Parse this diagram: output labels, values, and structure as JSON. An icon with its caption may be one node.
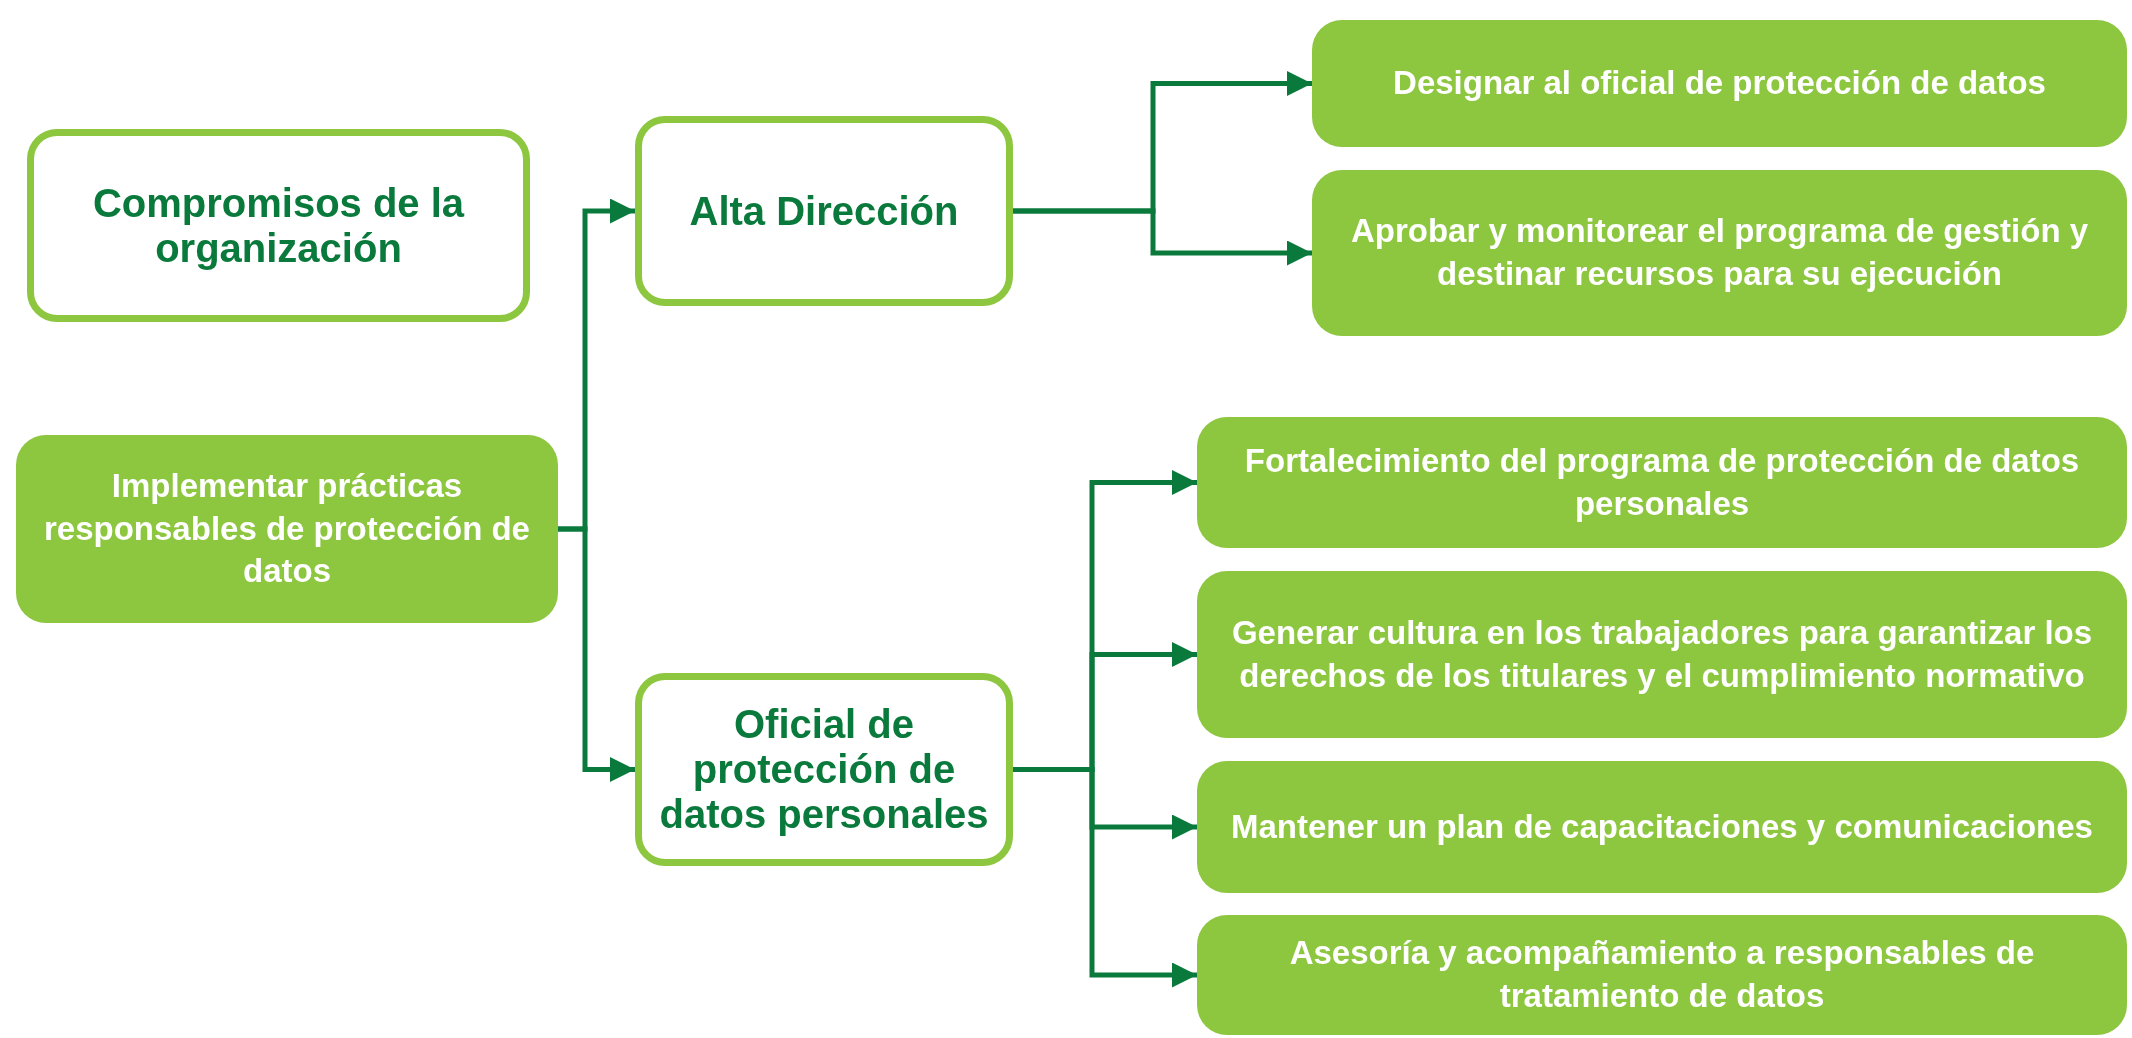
{
  "diagram": {
    "nodes": [
      {
        "text": [
          "Compromisos de la organización"
        ]
      },
      {
        "text": [
          "Implementar prácticas responsables de protección de datos"
        ]
      },
      {
        "text": [
          "Alta Dirección"
        ]
      },
      {
        "text": [
          "Oficial de protección de datos personales"
        ]
      },
      {
        "text": [
          "Designar al oficial de protección de datos"
        ]
      },
      {
        "text": [
          "Aprobar y monitorear el programa de gestión y destinar recursos para su ejecución"
        ]
      },
      {
        "text": [
          "Fortalecimiento del programa de protección de datos personales"
        ]
      },
      {
        "text": [
          "Generar cultura en los trabajadores para garantizar los derechos de los titulares y el cumplimiento normativo"
        ]
      },
      {
        "text": [
          "Mantener un plan de capacitaciones y comunicaciones"
        ]
      },
      {
        "text": [
          "Asesoría y acompañamiento a responsables de tratamiento de datos"
        ]
      }
    ],
    "edges": [
      {
        "from": 1,
        "to": 2,
        "arrow": "to"
      },
      {
        "from": 1,
        "to": 3,
        "arrow": "to"
      },
      {
        "from": 2,
        "to": 4,
        "arrow": "to"
      },
      {
        "from": 2,
        "to": 5,
        "arrow": "to"
      },
      {
        "from": 3,
        "to": 6,
        "arrow": "to"
      },
      {
        "from": 3,
        "to": 7,
        "arrow": "to"
      },
      {
        "from": 3,
        "to": 8,
        "arrow": "to"
      },
      {
        "from": 3,
        "to": 9,
        "arrow": "to"
      }
    ]
  }
}
